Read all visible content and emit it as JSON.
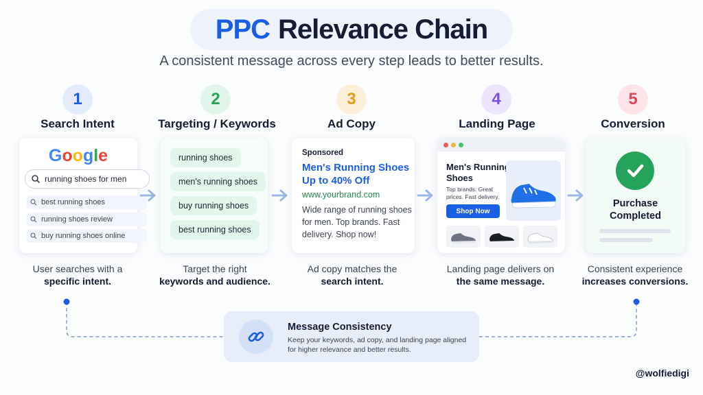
{
  "header": {
    "title_accent": "PPC",
    "title_rest": "Relevance Chain",
    "subtitle": "A consistent message across every step leads to better results."
  },
  "steps": [
    {
      "number": "1",
      "title": "Search Intent",
      "caption_line1": "User searches with a",
      "caption_line2": "specific intent.",
      "color": "#1a5ee6",
      "bg": "#e3ecfb"
    },
    {
      "number": "2",
      "title": "Targeting / Keywords",
      "caption_line1": "Target the right",
      "caption_line2": "keywords and audience.",
      "color": "#25a35a",
      "bg": "#e1f5ea"
    },
    {
      "number": "3",
      "title": "Ad Copy",
      "caption_line1": "Ad copy matches the",
      "caption_line2": "search intent.",
      "color": "#e89a12",
      "bg": "#fcefd9"
    },
    {
      "number": "4",
      "title": "Landing Page",
      "caption_line1": "Landing page delivers on",
      "caption_line2": "the same message.",
      "color": "#7c4ee0",
      "bg": "#ede5fb"
    },
    {
      "number": "5",
      "title": "Conversion",
      "caption_line1": "Consistent experience",
      "caption_line2": "increases conversions.",
      "color": "#e0455a",
      "bg": "#fce4e8"
    }
  ],
  "search": {
    "brand": "Google",
    "query": "running shoes for men",
    "suggestions": [
      "best running shoes",
      "running shoes review",
      "buy running shoes online"
    ]
  },
  "keywords": [
    "running shoes",
    "men's running shoes",
    "buy running shoes",
    "best running shoes"
  ],
  "ad": {
    "label": "Sponsored",
    "headline": "Men's Running Shoes Up to 40% Off",
    "url": "www.yourbrand.com",
    "body": "Wide range of running shoes for men. Top brands. Fast delivery. Shop now!"
  },
  "landing": {
    "headline": "Men's Running Shoes",
    "subtext": "Top brands. Great prices. Fast delivery.",
    "button": "Shop Now"
  },
  "conversion": {
    "status": "Purchase Completed"
  },
  "consistency": {
    "title": "Message Consistency",
    "text": "Keep your keywords, ad copy, and landing page aligned for higher relevance and better results."
  },
  "handle": "@wolfiedigi",
  "colors": {
    "accent": "#1a5ee6",
    "green": "#25a35a",
    "arrow": "#9db6e8"
  }
}
